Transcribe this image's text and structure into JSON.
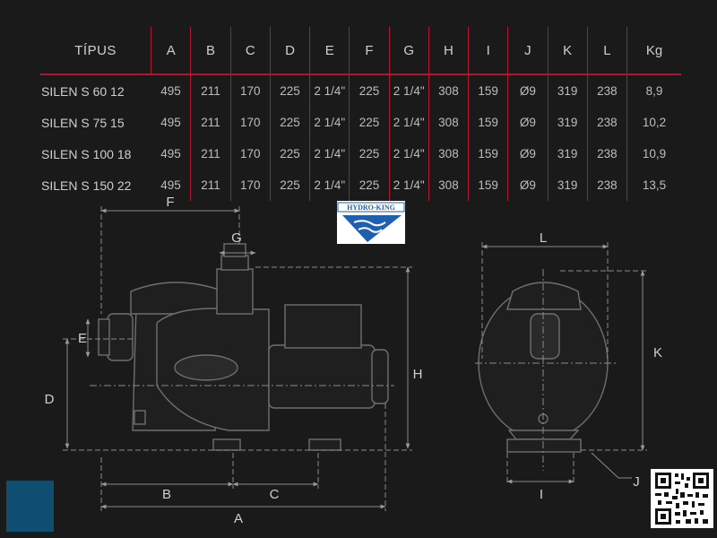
{
  "table": {
    "headers": [
      "TÍPUS",
      "A",
      "B",
      "C",
      "D",
      "E",
      "F",
      "G",
      "H",
      "I",
      "J",
      "K",
      "L",
      "Kg"
    ],
    "rows": [
      {
        "model": "SILEN S 60 12",
        "A": "495",
        "B": "211",
        "C": "170",
        "D": "225",
        "E": "2 1/4\"",
        "F": "225",
        "G": "2 1/4\"",
        "H": "308",
        "I": "159",
        "J": "Ø9",
        "K": "319",
        "L": "238",
        "Kg": "8,9"
      },
      {
        "model": "SILEN S 75 15",
        "A": "495",
        "B": "211",
        "C": "170",
        "D": "225",
        "E": "2 1/4\"",
        "F": "225",
        "G": "2 1/4\"",
        "H": "308",
        "I": "159",
        "J": "Ø9",
        "K": "319",
        "L": "238",
        "Kg": "10,2"
      },
      {
        "model": "SILEN S 100 18",
        "A": "495",
        "B": "211",
        "C": "170",
        "D": "225",
        "E": "2 1/4\"",
        "F": "225",
        "G": "2 1/4\"",
        "H": "308",
        "I": "159",
        "J": "Ø9",
        "K": "319",
        "L": "238",
        "Kg": "10,9"
      },
      {
        "model": "SILEN S 150 22",
        "A": "495",
        "B": "211",
        "C": "170",
        "D": "225",
        "E": "2 1/4\"",
        "F": "225",
        "G": "2 1/4\"",
        "H": "308",
        "I": "159",
        "J": "Ø9",
        "K": "319",
        "L": "238",
        "Kg": "13,5"
      }
    ]
  },
  "logo": {
    "text": "HYDRO-KING"
  },
  "dimensions": {
    "a": "A",
    "b": "B",
    "c": "C",
    "d": "D",
    "e": "E",
    "f": "F",
    "g": "G",
    "h": "H",
    "i": "I",
    "j": "J",
    "k": "K",
    "l": "L"
  },
  "colors": {
    "accent": "#b01830",
    "tab": "#0f4e70",
    "logo_blue": "#1f5fb0"
  }
}
